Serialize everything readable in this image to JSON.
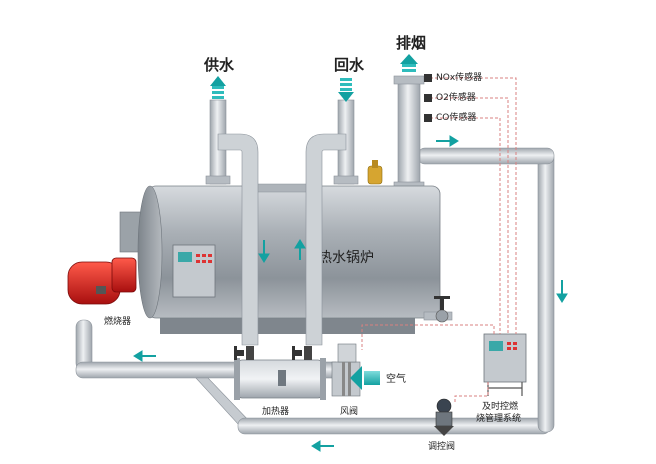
{
  "labels": {
    "supply_water": "供水",
    "return_water": "回水",
    "exhaust": "排烟",
    "nox_sensor": "NOx传感器",
    "o2_sensor": "O2传感器",
    "co_sensor": "CO传感器",
    "boiler": "热水锅炉",
    "burner": "燃烧器",
    "heater": "加热器",
    "air": "空气",
    "damper": "风阀",
    "control_valve": "调控阀",
    "control_system_line1": "及时控燃",
    "control_system_line2": "烧管理系统"
  },
  "colors": {
    "pipe": "#c9ced4",
    "pipe_edge": "#8a9199",
    "boiler_body": "#9aa1a8",
    "flow_arrow": "#1aa3a3",
    "signal_line": "#d98080",
    "burner_red": "#d41e1e"
  },
  "icons": [
    "flow-arrow-icon",
    "valve-icon",
    "safety-valve-icon",
    "gauge-icon"
  ]
}
